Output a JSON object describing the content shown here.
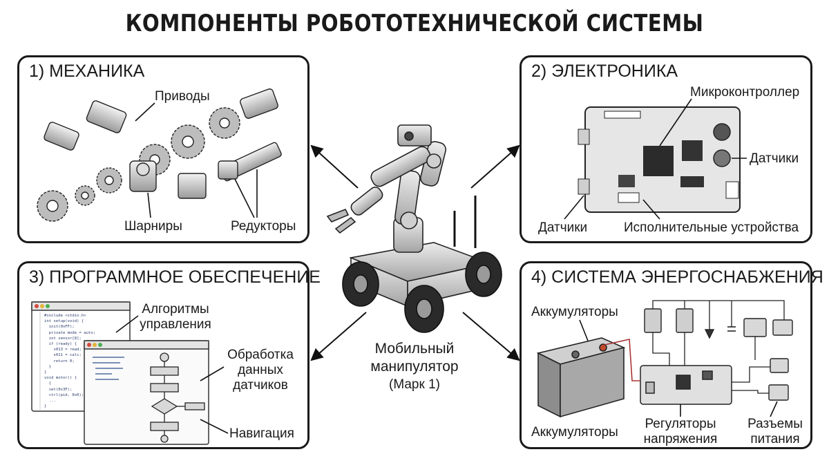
{
  "title": "КОМПОНЕНТЫ РОБОТОТЕХНИЧЕСКОЙ СИСТЕМЫ",
  "center": {
    "name_line1": "Мобильный",
    "name_line2": "манипулятор",
    "model": "(Марк 1)"
  },
  "panels": {
    "mechanics": {
      "title": "1) МЕХАНИКА",
      "labels": {
        "drives": "Приводы",
        "joints": "Шарниры",
        "reducers": "Редукторы"
      }
    },
    "electronics": {
      "title": "2) ЭЛЕКТРОНИКА",
      "labels": {
        "mcu": "Микроконтроллер",
        "sensors_right": "Датчики",
        "sensors_left": "Датчики",
        "actuators": "Исполнительные устройства"
      }
    },
    "software": {
      "title": "3) ПРОГРАММНОЕ ОБЕСПЕЧЕНИЕ",
      "labels": {
        "algo_line1": "Алгоритмы",
        "algo_line2": "управления",
        "proc_line1": "Обработка",
        "proc_line2": "данных",
        "proc_line3": "датчиков",
        "navigation": "Навигация"
      },
      "code_lines": [
        "#include <stdio.h>",
        "int setup(void) {",
        "  init(0xFF);",
        "  private mode = auto;",
        "  int sensor[8];",
        "  if (ready) {",
        "    s013 = read;",
        "    s011 = calc;",
        "    return 0;",
        "  }",
        "}",
        "void motor() {",
        "  {",
        "  set(0x3F);",
        "  ctrl(pid, 0x0);",
        "  ...",
        "}"
      ]
    },
    "power": {
      "title": "4) СИСТЕМА ЭНЕРГОСНАБЖЕНИЯ",
      "labels": {
        "batteries_top": "Аккумуляторы",
        "batteries_bottom": "Аккумуляторы",
        "regulators_line1": "Регуляторы",
        "regulators_line2": "напряжения",
        "connectors_line1": "Разъемы",
        "connectors_line2": "питания"
      }
    }
  }
}
